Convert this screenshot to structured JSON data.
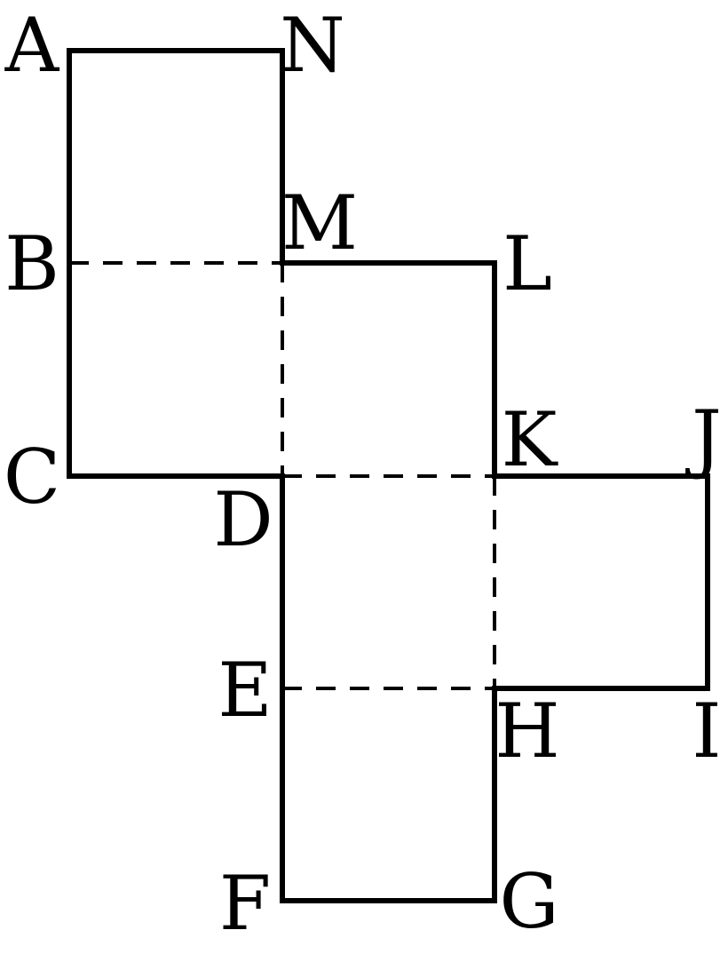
{
  "figure": {
    "vertices": [
      {
        "id": "A",
        "label": "A"
      },
      {
        "id": "N",
        "label": "N"
      },
      {
        "id": "M",
        "label": "M"
      },
      {
        "id": "B",
        "label": "B"
      },
      {
        "id": "L",
        "label": "L"
      },
      {
        "id": "C",
        "label": "C"
      },
      {
        "id": "K",
        "label": "K"
      },
      {
        "id": "J",
        "label": "J"
      },
      {
        "id": "D",
        "label": "D"
      },
      {
        "id": "E",
        "label": "E"
      },
      {
        "id": "H",
        "label": "H"
      },
      {
        "id": "I",
        "label": "I"
      },
      {
        "id": "F",
        "label": "F"
      },
      {
        "id": "G",
        "label": "G"
      }
    ],
    "outline": [
      "A",
      "N",
      "M",
      "L",
      "K",
      "J",
      "I",
      "H",
      "G",
      "F",
      "E",
      "D",
      "C",
      "B",
      "A"
    ],
    "fold_lines": [
      [
        "B",
        "M"
      ],
      [
        "M",
        "D"
      ],
      [
        "D",
        "K"
      ],
      [
        "K",
        "H"
      ],
      [
        "E",
        "H"
      ]
    ],
    "colors": {
      "stroke": "#000000",
      "background": "#ffffff"
    }
  }
}
